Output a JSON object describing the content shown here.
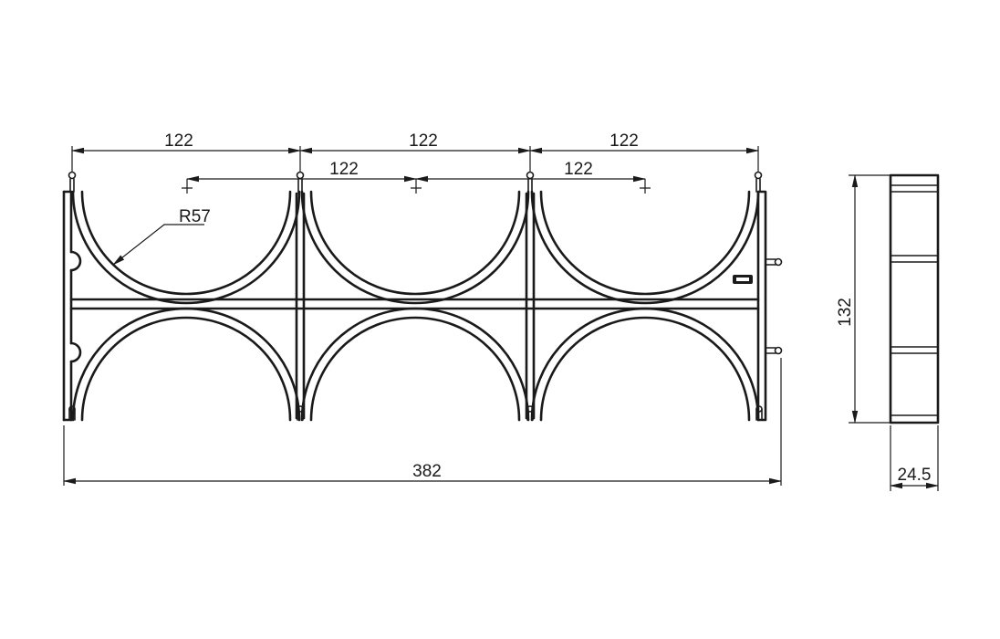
{
  "dimensions": {
    "top_spacing": [
      "122",
      "122",
      "122"
    ],
    "center_spacing": [
      "122",
      "122"
    ],
    "radius": "R57",
    "overall_length": "382",
    "height": "132",
    "thickness": "24.5"
  },
  "colors": {
    "line": "#1a1a1a",
    "background": "#ffffff"
  }
}
